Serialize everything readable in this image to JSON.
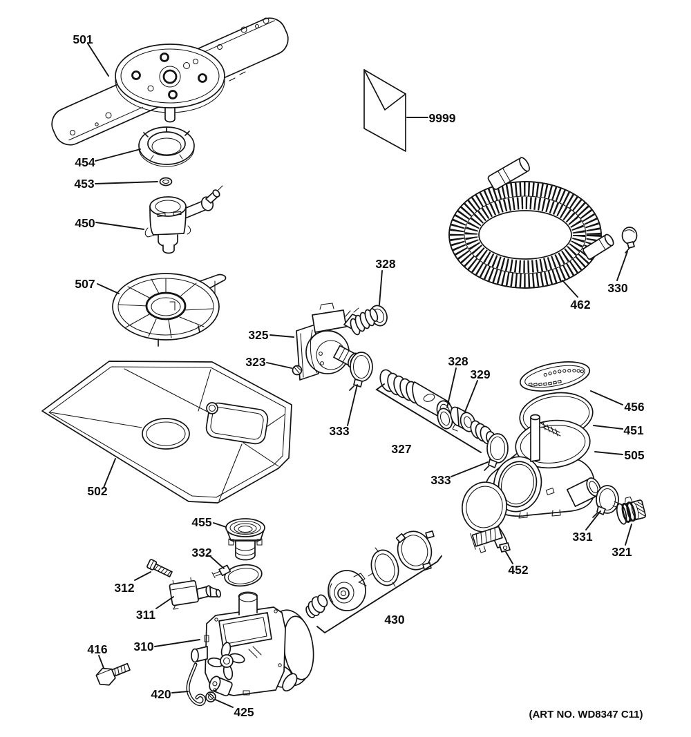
{
  "diagram": {
    "type": "exploded-parts-diagram",
    "art_no": "(ART NO. WD8347 C11)",
    "callouts": {
      "l501": "501",
      "l454": "454",
      "l453": "453",
      "l450": "450",
      "l507": "507",
      "l502": "502",
      "l9999": "9999",
      "l462": "462",
      "l330": "330",
      "l328": "328",
      "l325": "325",
      "l323": "323",
      "l333": "333",
      "l327": "327",
      "l329": "329",
      "l456": "456",
      "l451": "451",
      "l505": "505",
      "l331": "331",
      "l321": "321",
      "l452": "452",
      "l455": "455",
      "l332": "332",
      "l312": "312",
      "l311": "311",
      "l310": "310",
      "l416": "416",
      "l420": "420",
      "l425": "425",
      "l430": "430"
    }
  }
}
